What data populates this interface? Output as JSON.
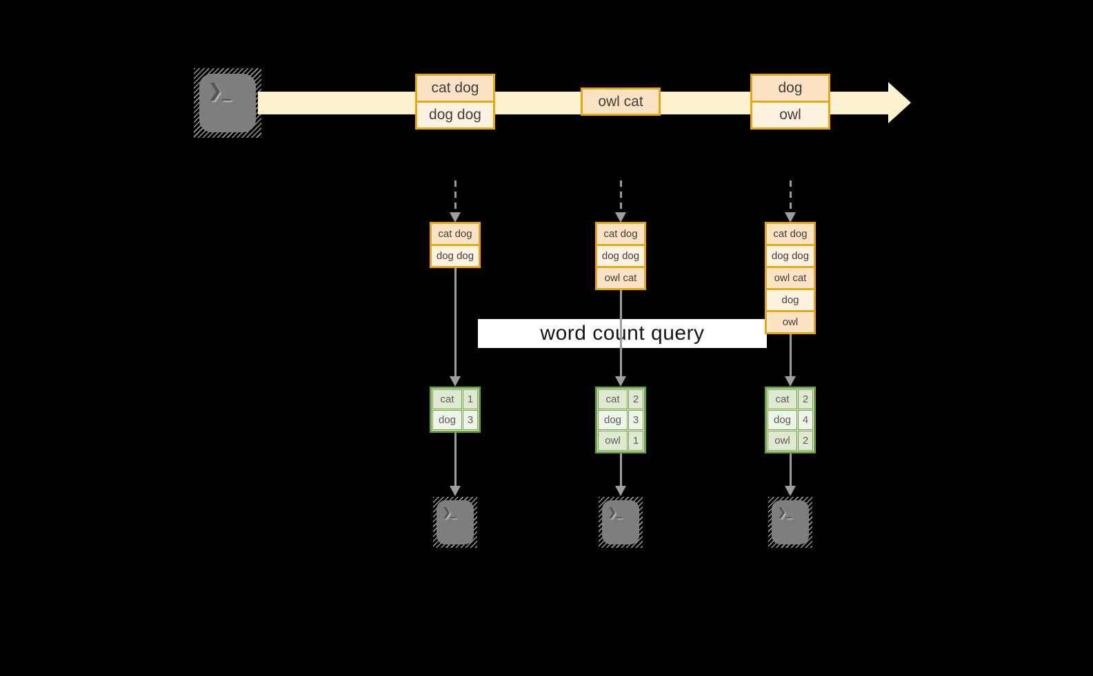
{
  "diagram": {
    "query_label": "word count query",
    "terminal_glyph": "❯_",
    "stream_events": [
      {
        "rows": [
          "cat dog",
          "dog dog"
        ]
      },
      {
        "rows": [
          "owl cat"
        ]
      },
      {
        "rows": [
          "dog",
          "owl"
        ]
      }
    ],
    "window_buffers": [
      {
        "rows": [
          "cat dog",
          "dog dog"
        ]
      },
      {
        "rows": [
          "cat dog",
          "dog dog",
          "owl cat"
        ]
      },
      {
        "rows": [
          "cat dog",
          "dog dog",
          "owl cat",
          "dog",
          "owl"
        ]
      }
    ],
    "result_tables": [
      {
        "rows": [
          {
            "word": "cat",
            "count": "1"
          },
          {
            "word": "dog",
            "count": "3"
          }
        ]
      },
      {
        "rows": [
          {
            "word": "cat",
            "count": "2"
          },
          {
            "word": "dog",
            "count": "3"
          },
          {
            "word": "owl",
            "count": "1"
          }
        ]
      },
      {
        "rows": [
          {
            "word": "cat",
            "count": "2"
          },
          {
            "word": "dog",
            "count": "4"
          },
          {
            "word": "owl",
            "count": "2"
          }
        ]
      }
    ],
    "colors": {
      "background": "#000000",
      "amber_border": "#f0a30a",
      "row_dark": "#fae2c3",
      "row_light": "#fdf1e0",
      "stream_fill": "#fcf1cf",
      "green_border": "#69a33d",
      "green_row_dark": "#dfe9d1",
      "green_row_light": "#eef4e7",
      "arrow_gray": "#9e9e9e",
      "terminal_gray": "#7e7e7e"
    }
  }
}
